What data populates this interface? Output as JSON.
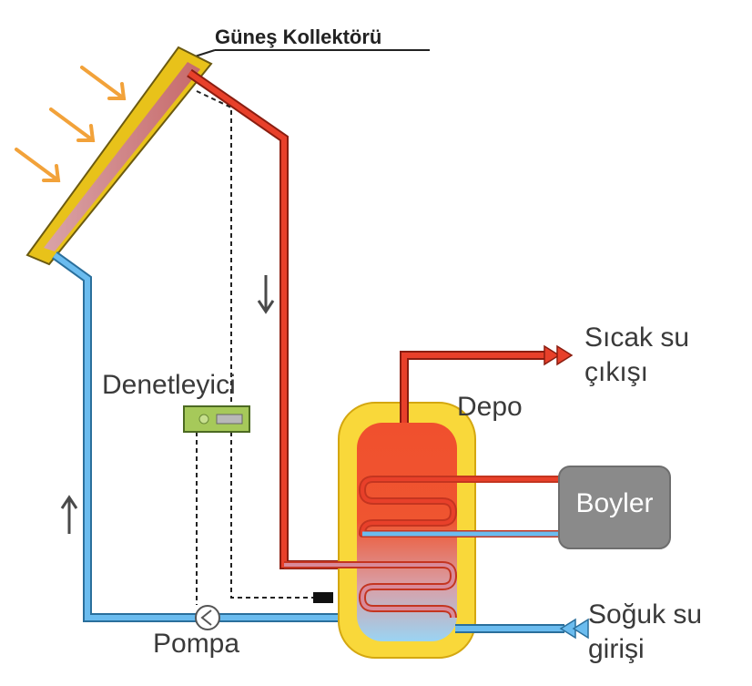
{
  "labels": {
    "collector": "Güneş Kollektörü",
    "controller": "Denetleyici",
    "tank": "Depo",
    "hot_water_line1": "Sıcak su",
    "hot_water_line2": "çıkışı",
    "cold_water_line1": "Soğuk su",
    "cold_water_line2": "girişi",
    "pump": "Pompa",
    "boiler": "Boyler"
  },
  "colors": {
    "hot_pipe": "#e8402a",
    "cold_pipe": "#6bbcef",
    "collector_frame": "#e8c21a",
    "tank_outer": "#f9d83a",
    "tank_hot": "#f0502e",
    "tank_cold": "#9ad4f3",
    "controller": "#a6c95a",
    "boiler": "#8a8a8a",
    "sun_rays": "#f2a23a"
  }
}
